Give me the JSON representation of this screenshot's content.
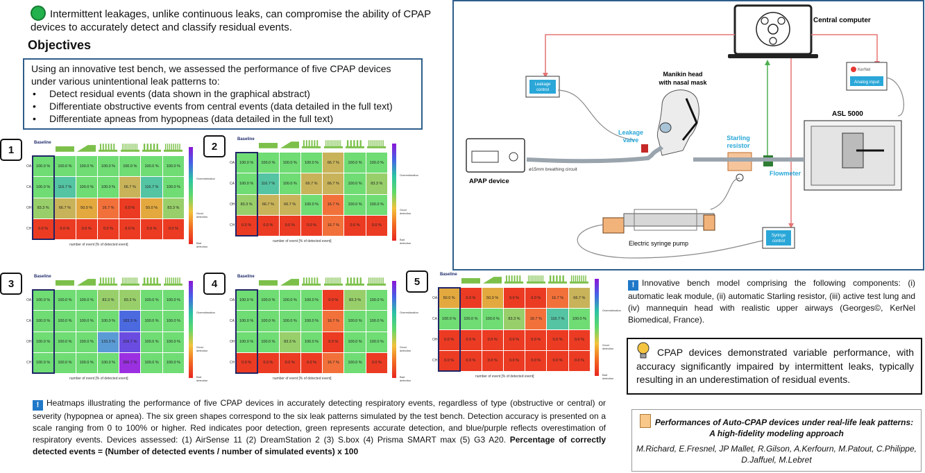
{
  "intro": {
    "text": "Intermittent leakages, unlike continuous leaks, can compromise the ability of CPAP devices to accurately detect and classify residual events."
  },
  "objectives": {
    "title": "Objectives",
    "lead": "Using an innovative test bench, we assessed the performance of five CPAP devices under various unintentional leak patterns to:",
    "items": [
      "Detect residual events (data shown in the graphical abstract)",
      "Differentiate obstructive events from central events (data detailed in the full text)",
      "Differentiate apneas from hypopneas (data detailed in the full text)"
    ]
  },
  "heatmaps": {
    "baseline_label": "Baseline",
    "row_labels": [
      "OA",
      "CA",
      "OH",
      "CH"
    ],
    "x_label": "number of event [% of detected event]",
    "colorbar_labels": [
      "Overestimation",
      "Good detection",
      "Bad detection"
    ],
    "panels": [
      {
        "id": "1",
        "values": [
          [
            "100.0 %",
            "100.0 %",
            "100.0 %",
            "100.0 %",
            "100.0 %",
            "100.0 %",
            "100.0 %"
          ],
          [
            "100.0 %",
            "116.7 %",
            "100.0 %",
            "100.0 %",
            "66.7 %",
            "116.7 %",
            "100.0 %"
          ],
          [
            "83.3 %",
            "66.7 %",
            "50.0 %",
            "16.7 %",
            "0.0 %",
            "50.0 %",
            "83.3 %"
          ],
          [
            "0.0 %",
            "0.0 %",
            "0.0 %",
            "0.0 %",
            "0.0 %",
            "0.0 %",
            "0.0 %"
          ]
        ]
      },
      {
        "id": "2",
        "values": [
          [
            "100.0 %",
            "100.0 %",
            "100.0 %",
            "100.0 %",
            "66.7 %",
            "100.0 %",
            "100.0 %"
          ],
          [
            "100.0 %",
            "116.7 %",
            "100.0 %",
            "66.7 %",
            "66.7 %",
            "100.0 %",
            "83.3 %"
          ],
          [
            "83.3 %",
            "66.7 %",
            "66.7 %",
            "100.0 %",
            "16.7 %",
            "100.0 %",
            "100.0 %"
          ],
          [
            "0.0 %",
            "0.0 %",
            "0.0 %",
            "0.0 %",
            "16.7 %",
            "0.0 %",
            "0.0 %"
          ]
        ]
      },
      {
        "id": "3",
        "values": [
          [
            "100.0 %",
            "100.0 %",
            "100.0 %",
            "83.3 %",
            "83.3 %",
            "100.0 %",
            "100.0 %"
          ],
          [
            "100.0 %",
            "100.0 %",
            "100.0 %",
            "100.0 %",
            "183.3 %",
            "100.0 %",
            "100.0 %"
          ],
          [
            "100.0 %",
            "100.0 %",
            "100.0 %",
            "133.3 %",
            "216.7 %",
            "100.0 %",
            "100.0 %"
          ],
          [
            "100.0 %",
            "100.0 %",
            "100.0 %",
            "100.0 %",
            "266.7 %",
            "100.0 %",
            "100.0 %"
          ]
        ]
      },
      {
        "id": "4",
        "values": [
          [
            "100.0 %",
            "100.0 %",
            "100.0 %",
            "100.0 %",
            "0.0 %",
            "83.3 %",
            "100.0 %"
          ],
          [
            "100.0 %",
            "100.0 %",
            "100.0 %",
            "100.0 %",
            "16.7 %",
            "100.0 %",
            "100.0 %"
          ],
          [
            "100.0 %",
            "100.0 %",
            "83.3 %",
            "100.0 %",
            "0.0 %",
            "100.0 %",
            "100.0 %"
          ],
          [
            "0.0 %",
            "0.0 %",
            "0.0 %",
            "0.0 %",
            "16.7 %",
            "100.0 %",
            "0.0 %"
          ]
        ]
      },
      {
        "id": "5",
        "values": [
          [
            "50.0 %",
            "0.0 %",
            "50.0 %",
            "0.0 %",
            "0.0 %",
            "16.7 %",
            "66.7 %"
          ],
          [
            "100.0 %",
            "100.0 %",
            "100.0 %",
            "83.3 %",
            "16.7 %",
            "116.7 %",
            "100.0 %"
          ],
          [
            "0.0 %",
            "0.0 %",
            "0.0 %",
            "0.0 %",
            "0.0 %",
            "0.0 %",
            "0.0 %"
          ],
          [
            "0.0 %",
            "0.0 %",
            "0.0 %",
            "0.0 %",
            "0.0 %",
            "0.0 %",
            "0.0 %"
          ]
        ]
      }
    ]
  },
  "diagram": {
    "central_computer": "Central computer",
    "leakage_control": "Leakage control",
    "kernel_logo": "KerNel",
    "analog_input": "Analog input",
    "manikin": "Manikin head with nasal mask",
    "asl": "ASL 5000",
    "leakage_valve": "Leakage valve",
    "starling": "Starling resistor",
    "flowmeter": "Flowmeter",
    "apap": "APAP device",
    "circuit": "ø15mm breathing circuit",
    "syringe_pump": "Electric syringe pump",
    "syringe_control": "Syringe control"
  },
  "diagram_caption": "Innovative bench model comprising the following components: (i) automatic leak module, (ii) automatic Starling resistor, (iii) active test lung and (iv) mannequin head with realistic upper airways (Georges©, KerNel Biomedical, France).",
  "conclusion": "CPAP devices demonstrated variable performance, with accuracy significantly impaired by intermittent leaks, typically resulting in an underestimation of residual events.",
  "heatmap_caption": {
    "main": "Heatmaps illustrating the performance of five CPAP devices in accurately detecting respiratory events, regardless of type (obstructive or central) or severity (hypopnea or apnea). The six green shapes correspond to the six leak patterns simulated by the test bench. Detection accuracy is presented on a scale ranging from 0 to 100% or higher. Red indicates poor detection, green represents accurate detection, and blue/purple reflects overestimation of respiratory events. Devices assessed: (1) AirSense 11 (2) DreamStation 2 (3) S.box (4) Prisma SMART max (5) G3 A20. ",
    "bold": "Percentage of correctly detected events = (Number of detected events / number of simulated events) x 100"
  },
  "reference": {
    "title": "Performances of Auto-CPAP devices under real-life leak patterns: A high-fidelity modeling approach",
    "authors": "M.Richard, E.Fresnel, JP Mallet, R.Gilson, A.Kerfourn, M.Patout, C.Philippe, D.Jaffuel, M.Lebret"
  },
  "colors": {
    "frame": "#2e5d8a",
    "green_dot": "#22b14c",
    "info": "#1f78c8",
    "red_line": "#e57373",
    "green_line": "#4caf50",
    "control_box": "#2aa7d8"
  }
}
